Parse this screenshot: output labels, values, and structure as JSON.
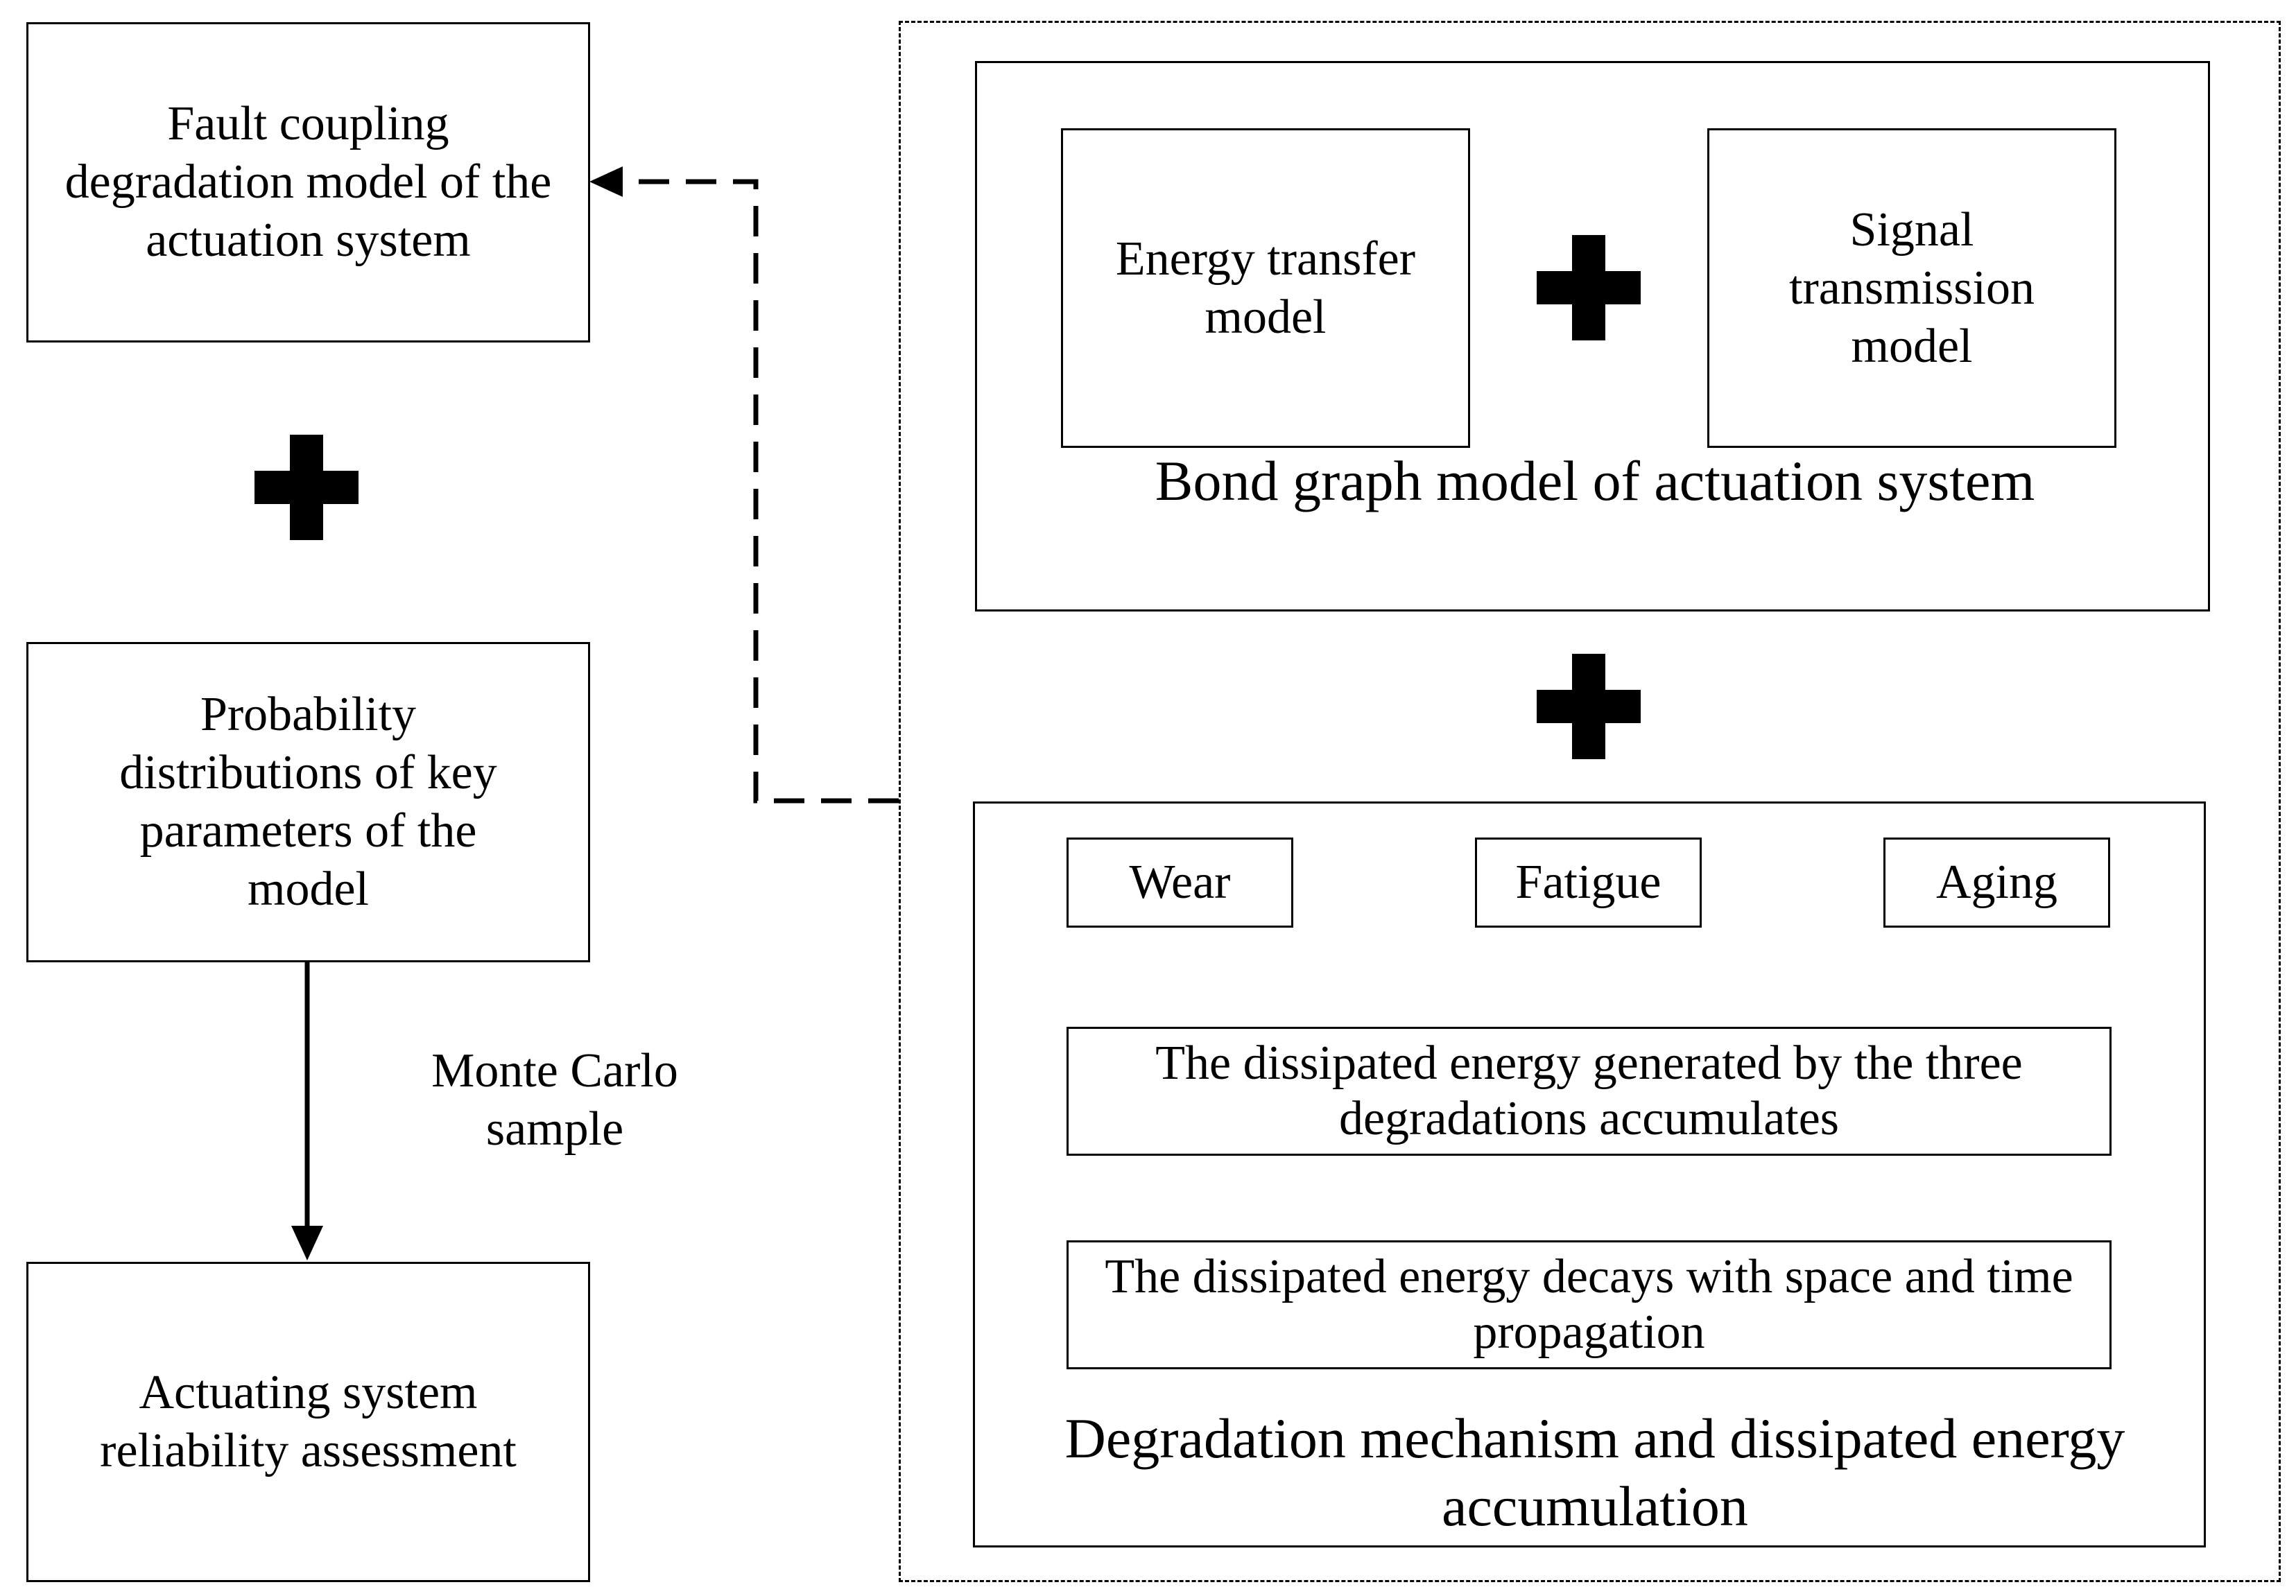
{
  "left_column": {
    "fault_model": "Fault coupling degradation model of the actuation system",
    "probability": "Probability distributions of key parameters of the model",
    "monte_carlo": "Monte Carlo sample",
    "assessment": "Actuating system reliability assessment"
  },
  "bond_graph": {
    "title": "Bond graph model of actuation system",
    "energy_model": "Energy transfer model",
    "signal_model": "Signal transmission model"
  },
  "degradation": {
    "title": "Degradation mechanism and dissipated energy accumulation",
    "mechanisms": [
      "Wear",
      "Fatigue",
      "Aging"
    ],
    "accumulate": "The dissipated energy generated by the three degradations accumulates",
    "decay": "The dissipated energy decays with space and time propagation"
  },
  "icons": {
    "plus": "plus-icon"
  }
}
